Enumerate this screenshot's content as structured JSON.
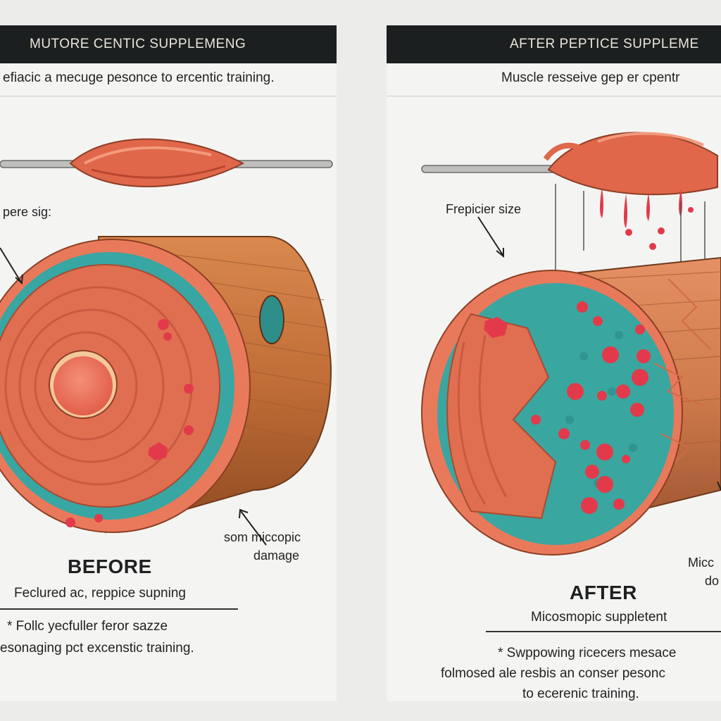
{
  "before": {
    "header": "MUTORE CENTIC SUPPLEMENG",
    "subtitle": "efiacic a mecuge pesonce to ercentic training.",
    "callout_left": "pere sig:",
    "callout_damage": [
      "som miccopic",
      "damage"
    ],
    "big_label": "BEFORE",
    "caption": "Feclured ac, reppice supning",
    "notes": [
      "* Follc yecfuller feror sazze",
      "esonaging pct excenstic training."
    ]
  },
  "after": {
    "header": "AFTER PEPTICE SUPPLEME",
    "subtitle": "Muscle resseive gep er cpentr",
    "callout_left": "Frepicier size",
    "callout_right": [
      "Micc",
      "do"
    ],
    "big_label": "AFTER",
    "caption": "Micosmopic suppletent",
    "notes": [
      "* Swppowing ricecers mesace",
      "folmosed ale resbis an conser pesonc",
      "to ecerenic training."
    ]
  },
  "colors": {
    "header_bg": "#1c1f1f",
    "muscle": "#e0714f",
    "tendon": "#b8b9b6",
    "cells_teal": "#3aa6a0",
    "damage_red": "#e23a4b"
  }
}
